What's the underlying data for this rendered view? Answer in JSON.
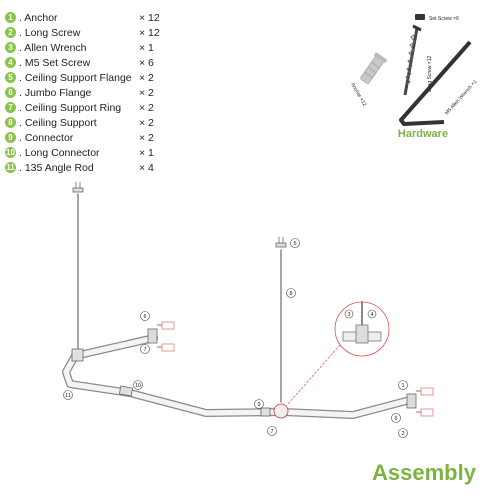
{
  "parts": [
    {
      "num": "1",
      "name": ". Anchor",
      "qty": "× 12"
    },
    {
      "num": "2",
      "name": ". Long Screw",
      "qty": "× 12"
    },
    {
      "num": "3",
      "name": ". Allen Wrench",
      "qty": "× 1"
    },
    {
      "num": "4",
      "name": ". M5 Set Screw",
      "qty": "× 6"
    },
    {
      "num": "5",
      "name": ". Ceiling Support Flange",
      "qty": "× 2"
    },
    {
      "num": "6",
      "name": ". Jumbo Flange",
      "qty": "× 2"
    },
    {
      "num": "7",
      "name": ". Ceiling Support Ring",
      "qty": "× 2"
    },
    {
      "num": "8",
      "name": ". Ceiling Support",
      "qty": "× 2"
    },
    {
      "num": "9",
      "name": ". Connector",
      "qty": "× 2"
    },
    {
      "num": "10",
      "name": ". Long Connector",
      "qty": "× 1"
    },
    {
      "num": "11",
      "name": ". 135 Angle Rod",
      "qty": "× 4"
    }
  ],
  "hardware": {
    "title": "Hardware",
    "set_screw_label": "Set Screw ×6",
    "anchor_label": "Anchor ×12",
    "long_screw_label": "Long Screw ×12",
    "wrench_label": "M5 Allen Wrench ×1"
  },
  "callouts": [
    "1",
    "2",
    "3",
    "4",
    "5",
    "6",
    "7",
    "8",
    "9",
    "10",
    "11"
  ],
  "assembly_title": "Assembly",
  "colors": {
    "accent": "#7cb342",
    "badge": "#8bc34a",
    "detail": "#e05050"
  }
}
